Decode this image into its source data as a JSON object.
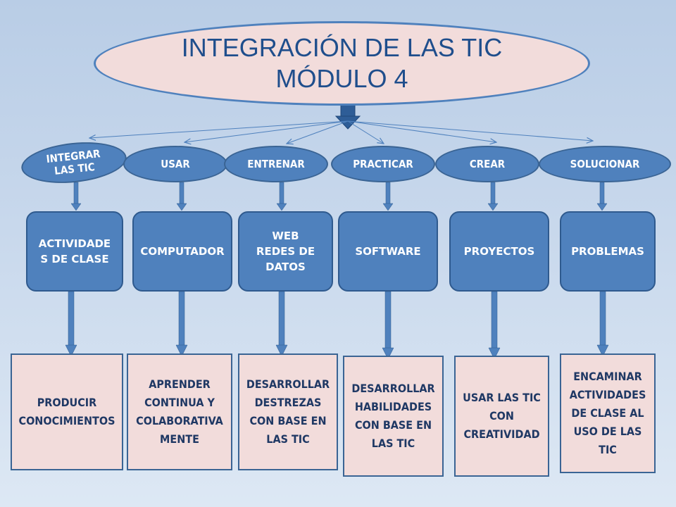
{
  "title": {
    "line1": "INTEGRACIÓN DE LAS TIC",
    "line2": "MÓDULO 4"
  },
  "colors": {
    "node_blue": "#4f81bd",
    "node_pink": "#f2dcdb",
    "text_dark": "#1f3864",
    "arrow": "#4f81bd"
  },
  "branches": [
    {
      "verb": "INTEGRAR\nLAS TIC",
      "means": "ACTIVIDADE\nS DE CLASE",
      "purpose": "PRODUCIR\nCONOCIMIENTOS"
    },
    {
      "verb": "USAR",
      "means": "COMPUTADOR",
      "purpose": "APRENDER\nCONTINUA Y\nCOLABORATIVA\nMENTE"
    },
    {
      "verb": "ENTRENAR",
      "means": "WEB\nREDES DE\nDATOS",
      "purpose": "DESARROLLAR\nDESTREZAS\nCON BASE EN\nLAS TIC"
    },
    {
      "verb": "PRACTICAR",
      "means": "SOFTWARE",
      "purpose": "DESARROLLAR\nHABILIDADES\nCON BASE EN\nLAS TIC"
    },
    {
      "verb": "CREAR",
      "means": "PROYECTOS",
      "purpose": "USAR LAS TIC\nCON\nCREATIVIDAD"
    },
    {
      "verb": "SOLUCIONAR",
      "means": "PROBLEMAS",
      "purpose": "ENCAMINAR\nACTIVIDADES\nDE CLASE  AL\nUSO DE LAS\nTIC"
    }
  ]
}
